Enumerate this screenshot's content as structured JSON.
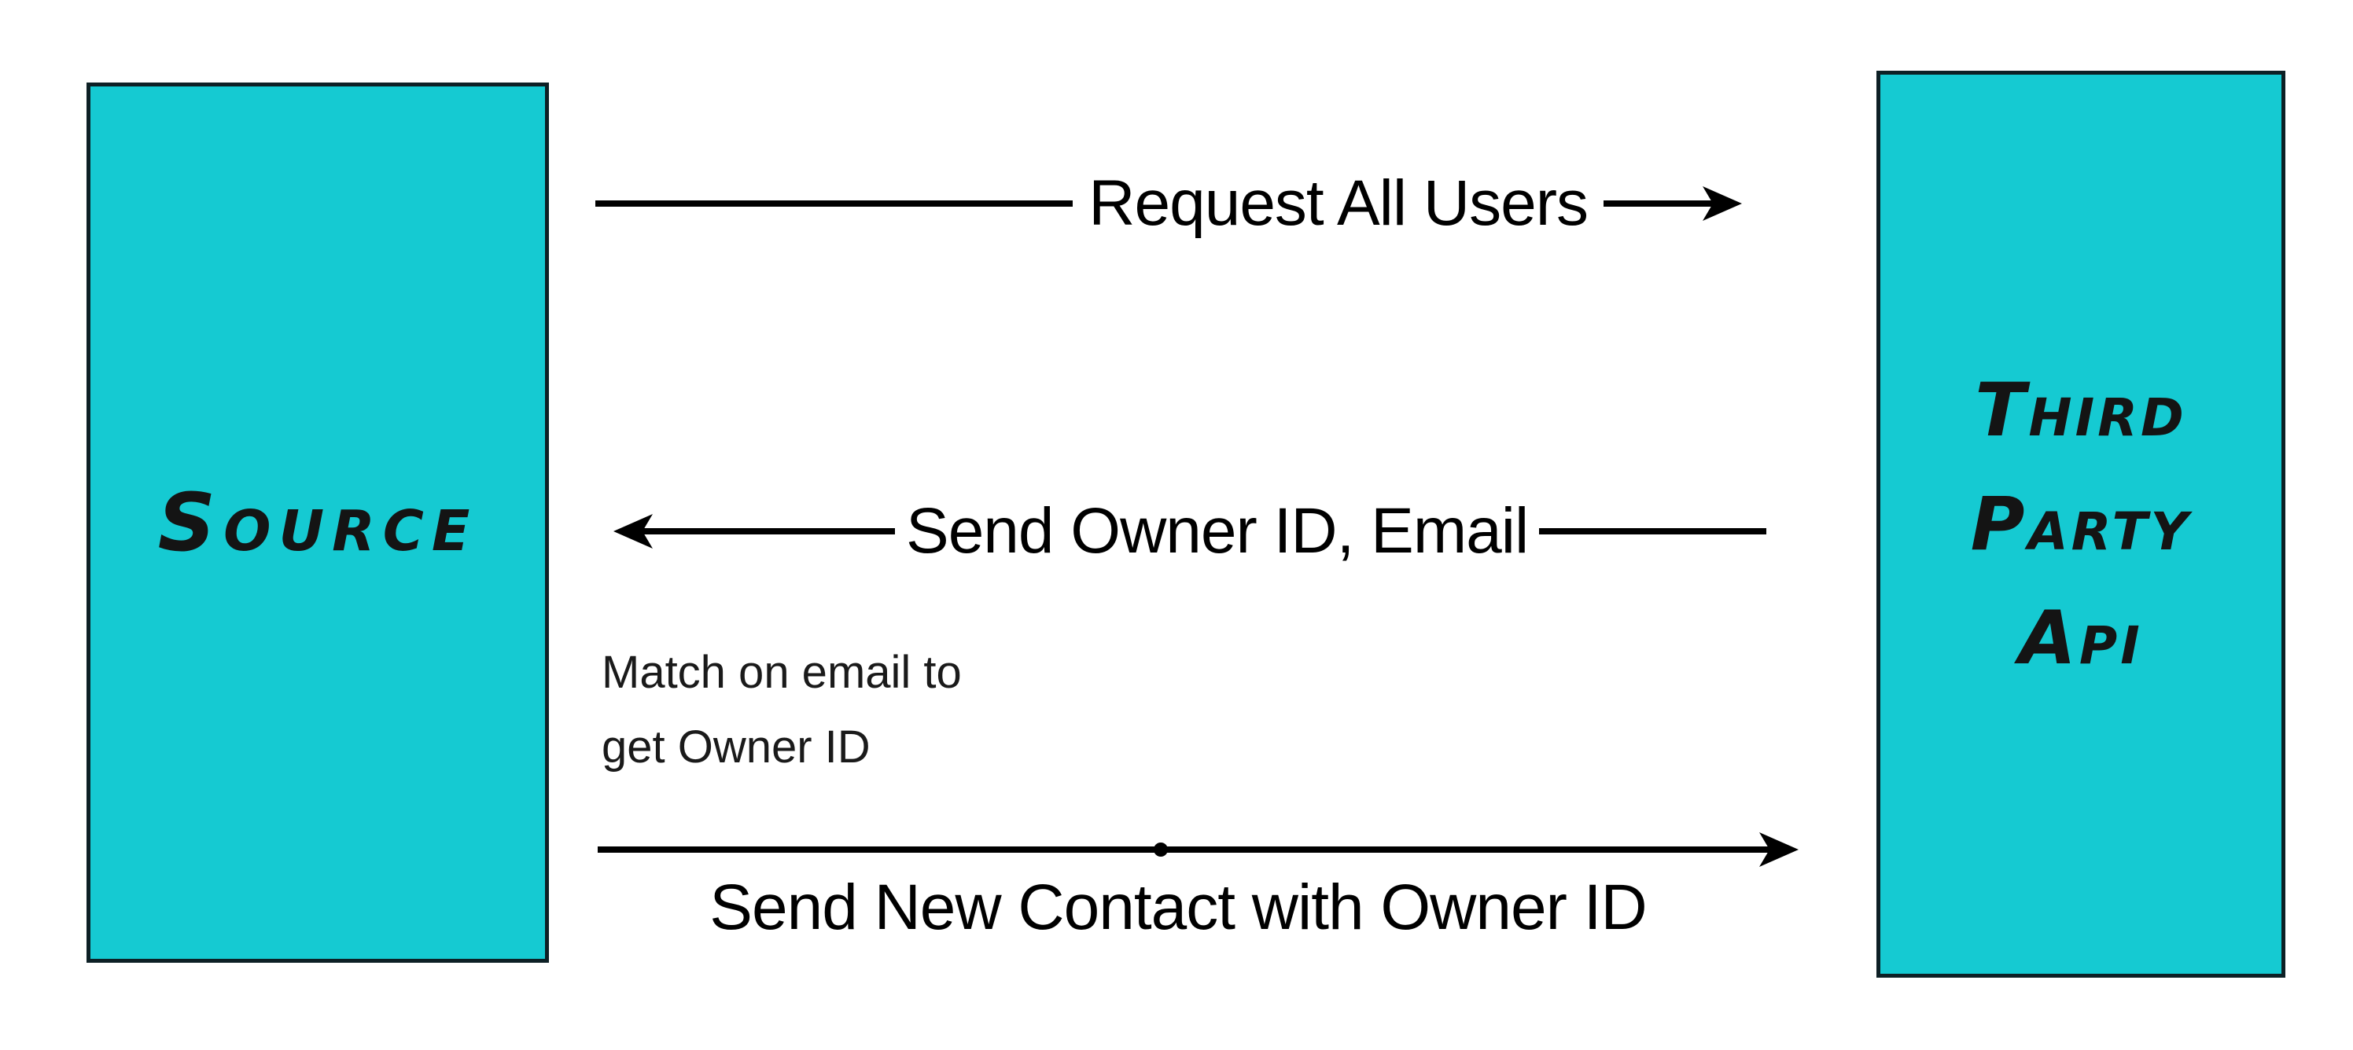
{
  "palette": {
    "node_fill": "#15cad2",
    "node_border": "#0d2025",
    "ink": "#000000",
    "background": "#ffffff"
  },
  "nodes": {
    "source": {
      "label": "Source"
    },
    "api": {
      "lines": [
        "Third",
        "Party",
        "Api"
      ]
    }
  },
  "arrows": {
    "request": {
      "label": "Request All Users",
      "direction": "right"
    },
    "send_owner": {
      "label": "Send Owner ID, Email",
      "direction": "left"
    },
    "send_contact": {
      "label": "Send New Contact with Owner ID",
      "direction": "right"
    }
  },
  "notes": {
    "match": {
      "line1": "Match on email to",
      "line2": "get Owner ID"
    }
  }
}
